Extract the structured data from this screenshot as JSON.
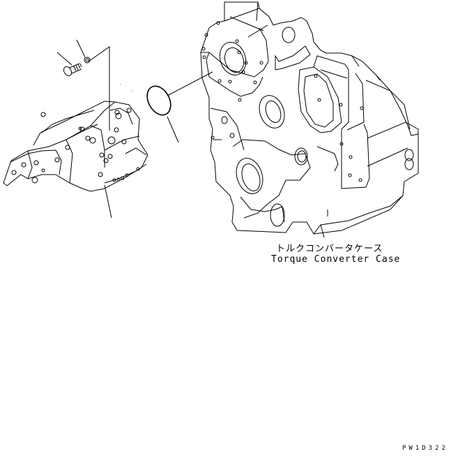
{
  "diagram": {
    "type": "exploded-parts-view",
    "parts": [
      {
        "id": "bolt",
        "description": "bolt with hex head"
      },
      {
        "id": "washer",
        "description": "washer"
      },
      {
        "id": "pump-assembly",
        "description": "tandem gear pump assembly"
      },
      {
        "id": "o-ring",
        "description": "O-ring"
      },
      {
        "id": "plug",
        "description": "plug on pump valve block"
      },
      {
        "id": "torque-converter-case",
        "description": "Torque Converter Case"
      }
    ],
    "labels": {
      "case_jp": "トルクコンバータケース",
      "case_en": "Torque Converter Case",
      "drawing_code": "PW1D322"
    },
    "colors": {
      "line": "#000000",
      "background": "#ffffff"
    }
  }
}
